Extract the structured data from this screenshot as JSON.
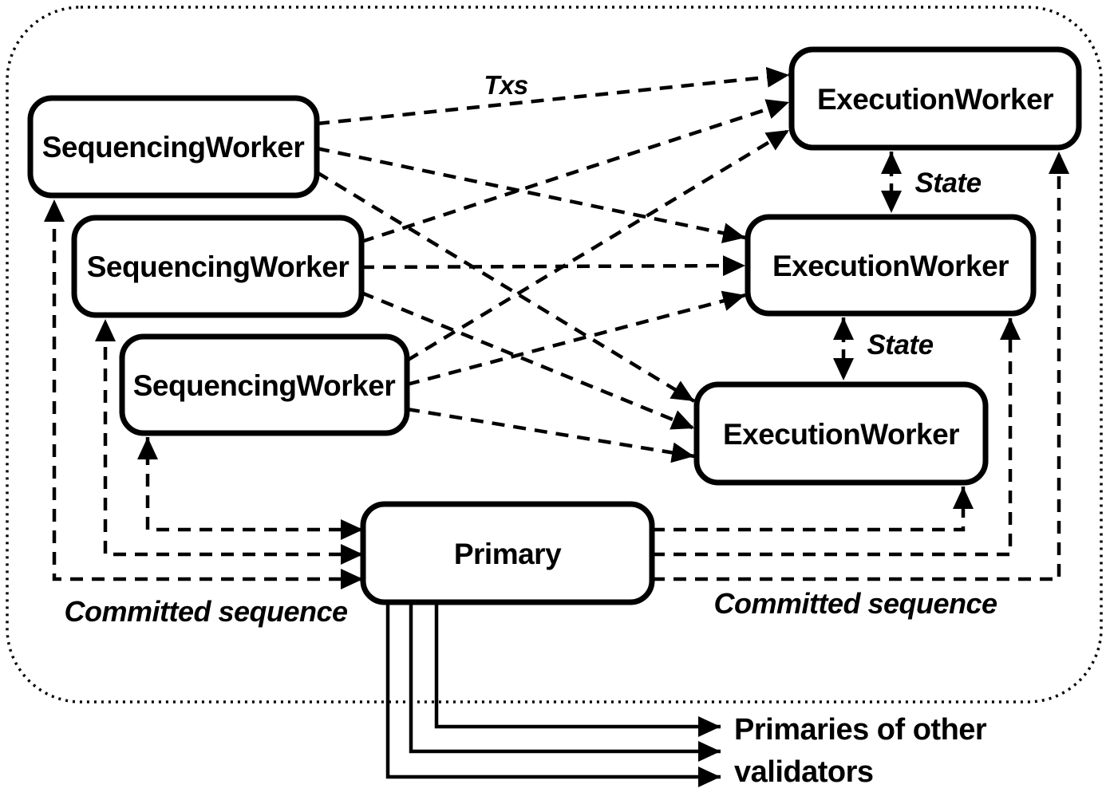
{
  "colors": {
    "ink": "#000000",
    "node_fill": "#ffffff",
    "background": "#ffffff"
  },
  "nodes": {
    "sequencing_workers": [
      {
        "label": "SequencingWorker"
      },
      {
        "label": "SequencingWorker"
      },
      {
        "label": "SequencingWorker"
      }
    ],
    "execution_workers": [
      {
        "label": "ExecutionWorker"
      },
      {
        "label": "ExecutionWorker"
      },
      {
        "label": "ExecutionWorker"
      }
    ],
    "primary": {
      "label": "Primary"
    }
  },
  "labels": {
    "txs": "Txs",
    "state_upper": "State",
    "state_lower": "State",
    "committed_sequence_left": "Committed sequence",
    "committed_sequence_right": "Committed sequence",
    "external_recipients_line1": "Primaries of other",
    "external_recipients_line2": "validators"
  }
}
